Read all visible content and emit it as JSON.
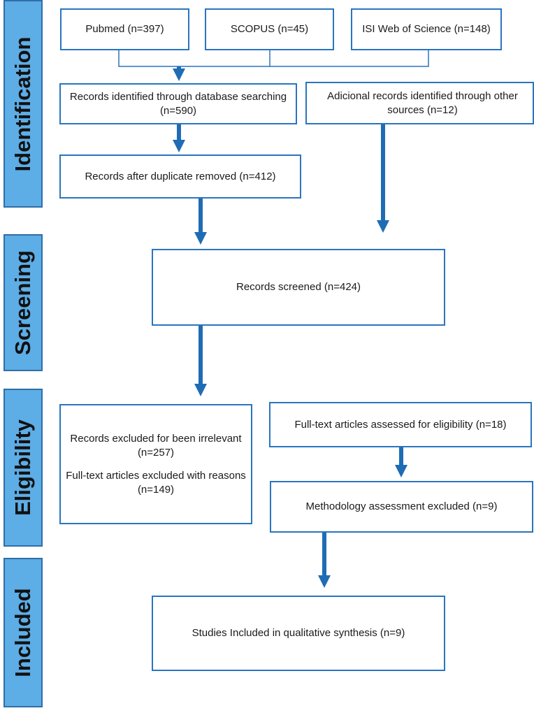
{
  "phases": {
    "identification": "Identification",
    "screening": "Screening",
    "eligibility": "Eligibility",
    "included": "Included"
  },
  "boxes": {
    "pubmed": "Pubmed (n=397)",
    "scopus": "SCOPUS (n=45)",
    "isi": "ISI Web of Science (n=148)",
    "db_search": "Records identified through database searching (n=590)",
    "other_sources": "Adicional records identified through other sources (n=12)",
    "duplicates_removed": "Records after duplicate removed (n=412)",
    "screened": "Records screened (n=424)",
    "excluded_irrelevant": "Records excluded for been irrelevant (n=257)",
    "excluded_fulltext": "Full-text articles excluded with reasons (n=149)",
    "assessed": "Full-text articles assessed for eligibility (n=18)",
    "methodology_excluded": "Methodology assessment excluded (n=9)",
    "included_studies": "Studies Included in qualitative synthesis (n=9)"
  },
  "colors": {
    "phase_fill": "#5dade6",
    "phase_border": "#2f6ea8",
    "box_border": "#2a75bf",
    "arrow": "#1f6cb5"
  }
}
